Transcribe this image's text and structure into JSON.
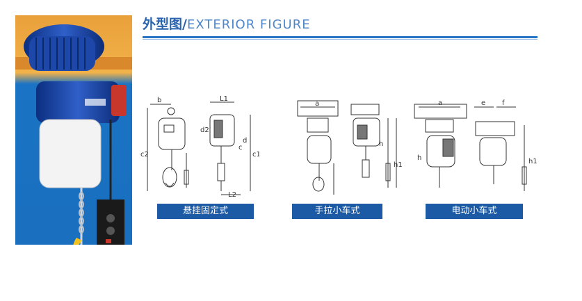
{
  "header": {
    "title_cn": "外型图",
    "separator": "/",
    "title_en": "EXTERIOR FIGURE"
  },
  "figures": [
    {
      "caption": "悬挂固定式",
      "dims": [
        "b",
        "L1",
        "d2",
        "c2",
        "d",
        "c",
        "c1",
        "L2"
      ]
    },
    {
      "caption": "手拉小车式",
      "dims": [
        "a",
        "h",
        "h1"
      ]
    },
    {
      "caption": "电动小车式",
      "dims": [
        "a",
        "e",
        "f",
        "h",
        "h1"
      ]
    }
  ],
  "colors": {
    "brand_blue": "#1c5aa6",
    "title_blue": "#2a63ad",
    "photo_blue": "#1a73c4"
  }
}
